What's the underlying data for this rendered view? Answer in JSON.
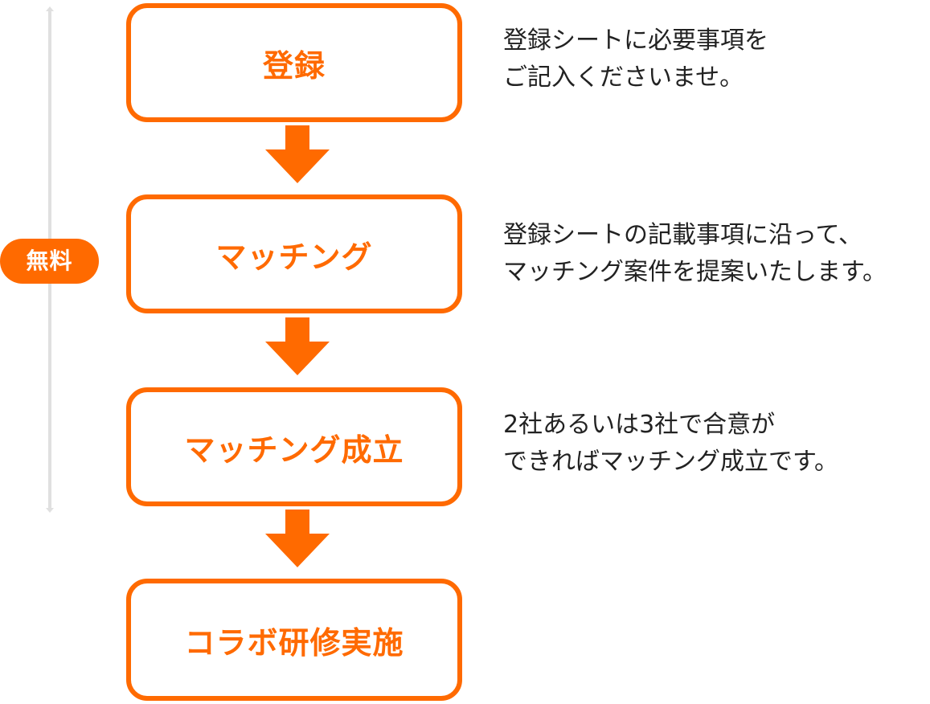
{
  "colors": {
    "accent": "#ff6a00",
    "range_line": "#e0e0e0",
    "text": "#222222"
  },
  "badge": {
    "label": "無料"
  },
  "steps": [
    {
      "label": "登録"
    },
    {
      "label": "マッチング"
    },
    {
      "label": "マッチング成立"
    },
    {
      "label": "コラボ研修実施"
    }
  ],
  "descriptions": [
    {
      "lines": [
        "登録シートに必要事項を",
        "ご記入くださいませ。"
      ]
    },
    {
      "lines": [
        "登録シートの記載事項に沿って、",
        "マッチング案件を提案いたします。"
      ]
    },
    {
      "lines": [
        "2社あるいは3社で合意が",
        "できればマッチング成立です。"
      ]
    }
  ]
}
